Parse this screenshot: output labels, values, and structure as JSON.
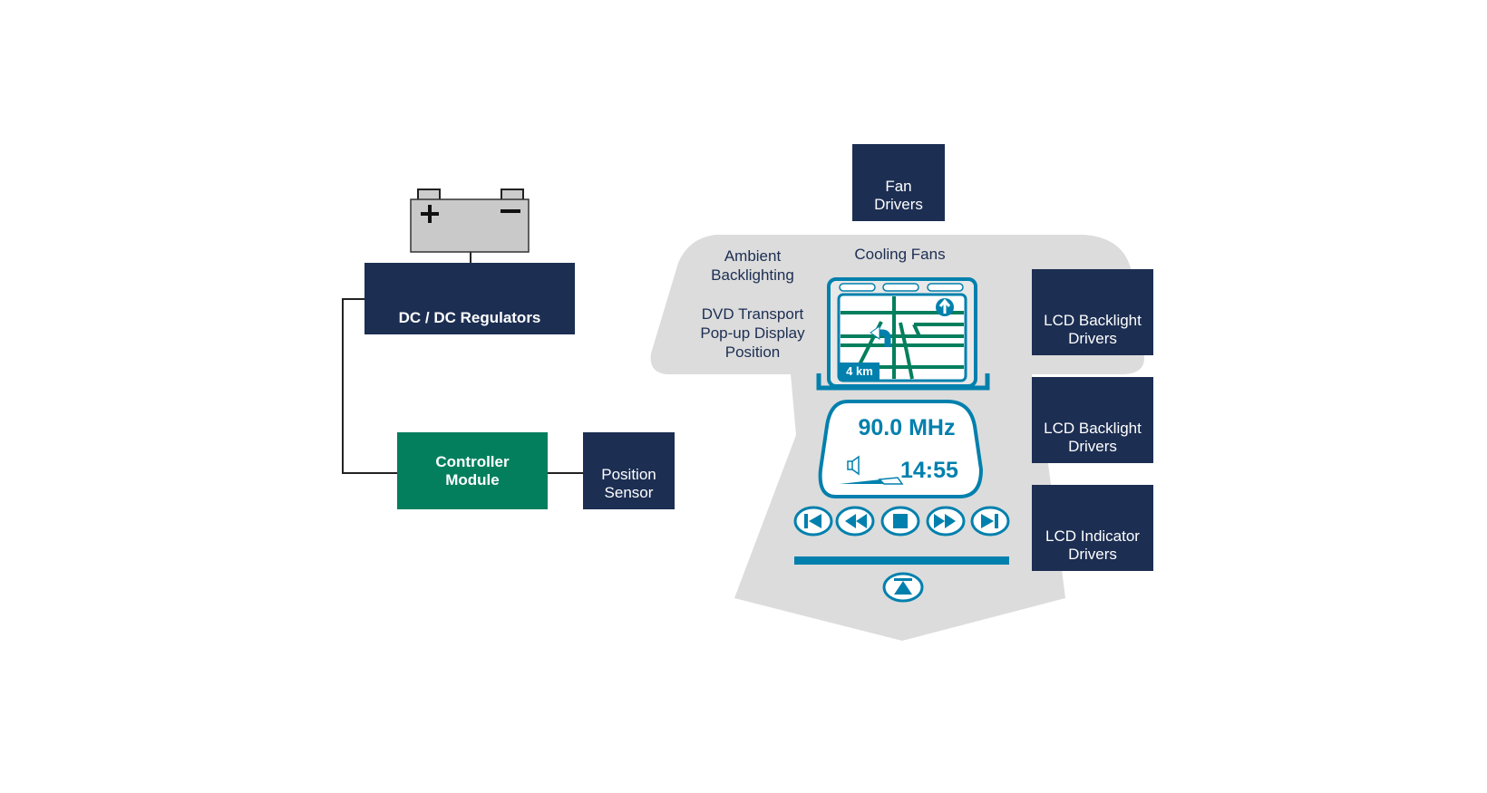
{
  "colors": {
    "navy": "#1c2e52",
    "green": "#047f5e",
    "blue": "#0180ad",
    "gray": "#dcdcdc",
    "road": "#047f5e"
  },
  "battery": {
    "plus": "+",
    "minus": "−"
  },
  "blocks": {
    "dcdc": "DC / DC Regulators",
    "controller": "Controller\nModule",
    "position_sensor": "Position\nSensor",
    "fan_drivers": "Fan\nDrivers",
    "lcd_backlight_1": "LCD Backlight\nDrivers",
    "lcd_backlight_2": "LCD Backlight\nDrivers",
    "lcd_indicator": "LCD Indicator\nDrivers"
  },
  "labels": {
    "ambient": "Ambient\nBacklighting",
    "cooling": "Cooling Fans",
    "dvd": "DVD Transport\nPop-up Display\nPosition"
  },
  "display": {
    "nav_distance": "4 km",
    "frequency": "90.0 MHz",
    "clock": "14:55"
  },
  "controls": [
    "previous-track",
    "rewind",
    "stop",
    "fast-forward",
    "next-track"
  ]
}
